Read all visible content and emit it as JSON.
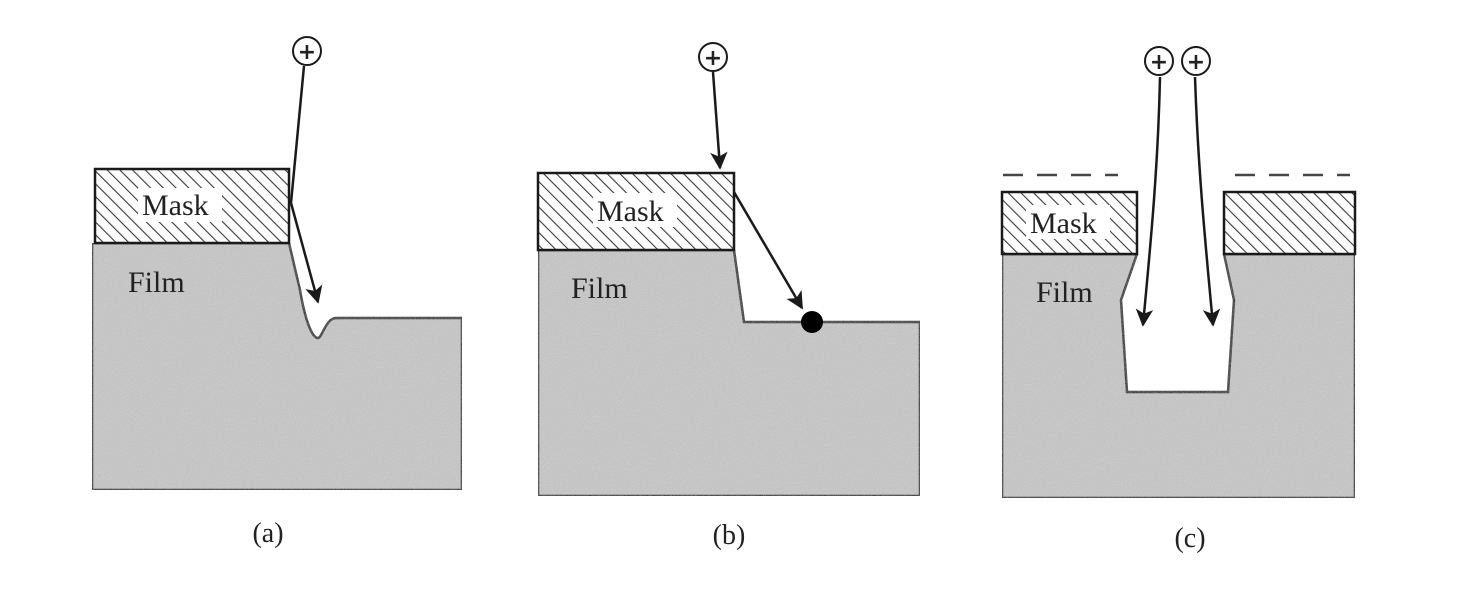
{
  "figure": {
    "panels": [
      {
        "id": "a",
        "mask_label": "Mask",
        "film_label": "Film",
        "caption": "(a)",
        "ion_symbol": "+"
      },
      {
        "id": "b",
        "mask_label": "Mask",
        "film_label": "Film",
        "caption": "(b)",
        "ion_symbol": "+"
      },
      {
        "id": "c",
        "mask_label": "Mask",
        "film_label": "Film",
        "caption": "(c)",
        "ion_symbol": "+"
      }
    ]
  },
  "colors": {
    "film_fill": "#c8c8c8",
    "outline": "#1a1a1a",
    "hatch": "#3a3a3a"
  }
}
